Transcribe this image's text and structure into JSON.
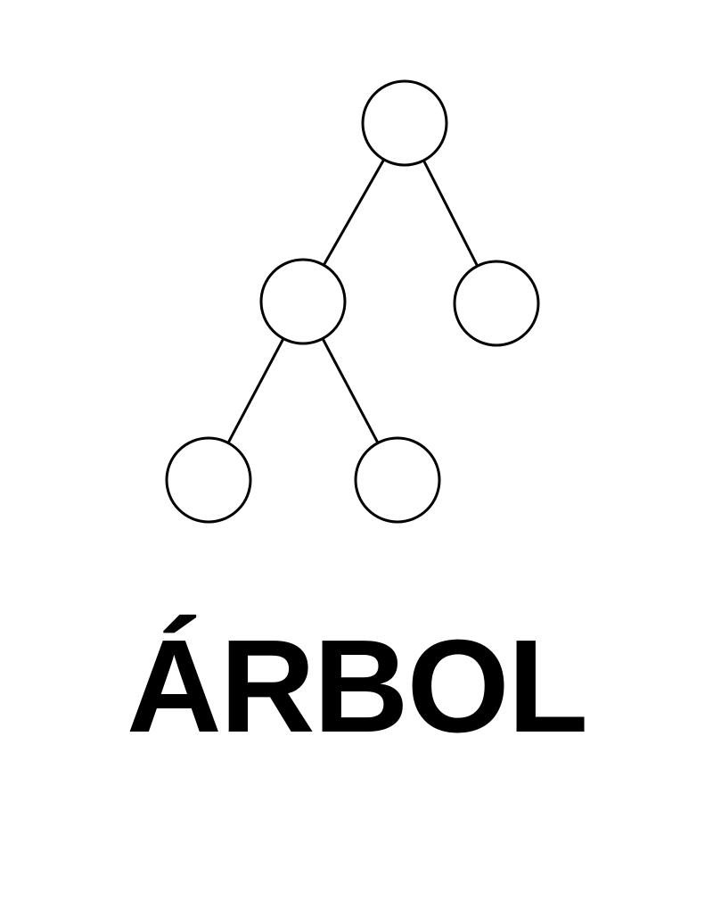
{
  "caption": "ÁRBOL",
  "colors": {
    "stroke": "#000000",
    "text": "#000000",
    "background": "#ffffff"
  },
  "tree": {
    "nodes": [
      "root",
      "left",
      "right",
      "left-left",
      "left-right"
    ],
    "edges": [
      [
        "root",
        "left"
      ],
      [
        "root",
        "right"
      ],
      [
        "left",
        "left-left"
      ],
      [
        "left",
        "left-right"
      ]
    ]
  }
}
